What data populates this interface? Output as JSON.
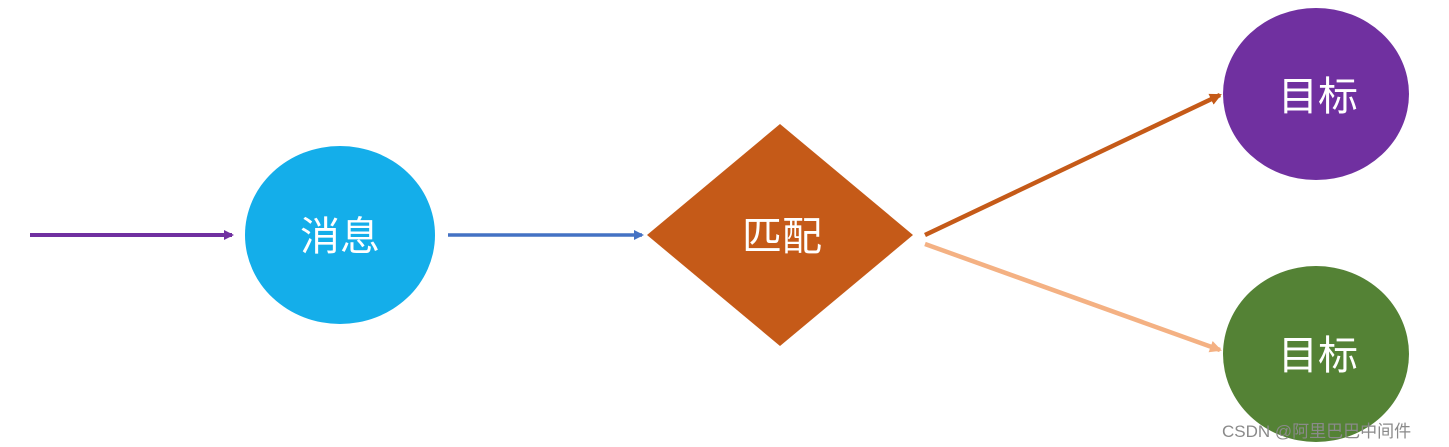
{
  "diagram": {
    "nodes": [
      {
        "id": "message",
        "label": "消息",
        "shape": "circle",
        "color": "#14aeea"
      },
      {
        "id": "match",
        "label": "匹配",
        "shape": "diamond",
        "color": "#c55a18"
      },
      {
        "id": "target1",
        "label": "目标",
        "shape": "ellipse",
        "color": "#7030a0"
      },
      {
        "id": "target2",
        "label": "目标",
        "shape": "ellipse",
        "color": "#548235"
      }
    ],
    "edges": [
      {
        "from": "input",
        "to": "message",
        "color": "#7030a0"
      },
      {
        "from": "message",
        "to": "match",
        "color": "#4472c4"
      },
      {
        "from": "match",
        "to": "target1",
        "color": "#c55a18"
      },
      {
        "from": "match",
        "to": "target2",
        "color": "#f4b183"
      }
    ]
  },
  "watermark": "CSDN @阿里巴巴中间件"
}
